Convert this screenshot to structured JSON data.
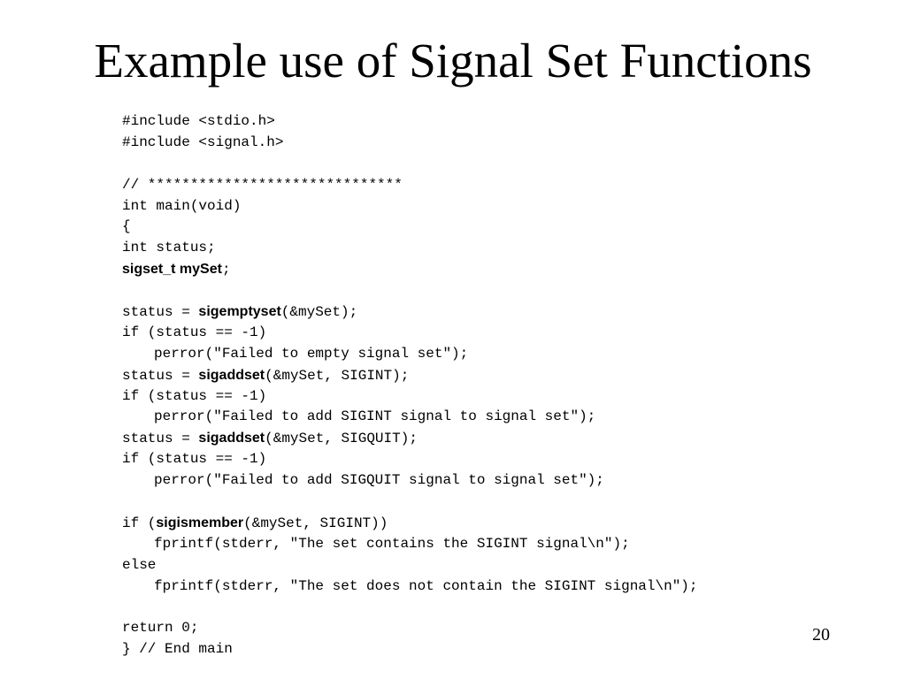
{
  "slide": {
    "title": "Example use of Signal Set Functions",
    "page_number": "20"
  },
  "code": {
    "lines": [
      [
        {
          "t": "#include <stdio.h>"
        }
      ],
      [
        {
          "t": "#include <signal.h>"
        }
      ],
      [],
      [
        {
          "t": "// ******************************"
        }
      ],
      [
        {
          "t": "int main(void)"
        }
      ],
      [
        {
          "t": "{"
        }
      ],
      [
        {
          "t": "int status;"
        }
      ],
      [
        {
          "t": "sigset_t mySet",
          "b": true
        },
        {
          "t": ";"
        }
      ],
      [],
      [
        {
          "t": "status = "
        },
        {
          "t": "sigemptyset",
          "b": true
        },
        {
          "t": "(&mySet);"
        }
      ],
      [
        {
          "t": "if (status == -1)"
        }
      ],
      [
        {
          "t": "perror(\"Failed to empty signal set\");",
          "indent": true
        }
      ],
      [
        {
          "t": "status = "
        },
        {
          "t": "sigaddset",
          "b": true
        },
        {
          "t": "(&mySet, SIGINT);"
        }
      ],
      [
        {
          "t": "if (status == -1)"
        }
      ],
      [
        {
          "t": "perror(\"Failed to add SIGINT signal to signal set\");",
          "indent": true
        }
      ],
      [
        {
          "t": "status = "
        },
        {
          "t": "sigaddset",
          "b": true
        },
        {
          "t": "(&mySet, SIGQUIT);"
        }
      ],
      [
        {
          "t": "if (status == -1)"
        }
      ],
      [
        {
          "t": "perror(\"Failed to add SIGQUIT signal to signal set\");",
          "indent": true
        }
      ],
      [],
      [
        {
          "t": "if ("
        },
        {
          "t": "sigismember",
          "b": true
        },
        {
          "t": "(&mySet, SIGINT))"
        }
      ],
      [
        {
          "t": "fprintf(stderr, \"The set contains the SIGINT signal\\n\");",
          "indent": true
        }
      ],
      [
        {
          "t": "else"
        }
      ],
      [
        {
          "t": "fprintf(stderr, \"The set does not contain the SIGINT signal\\n\");",
          "indent": true
        }
      ],
      [],
      [
        {
          "t": "return 0;"
        }
      ],
      [
        {
          "t": "} // End main"
        }
      ]
    ]
  }
}
